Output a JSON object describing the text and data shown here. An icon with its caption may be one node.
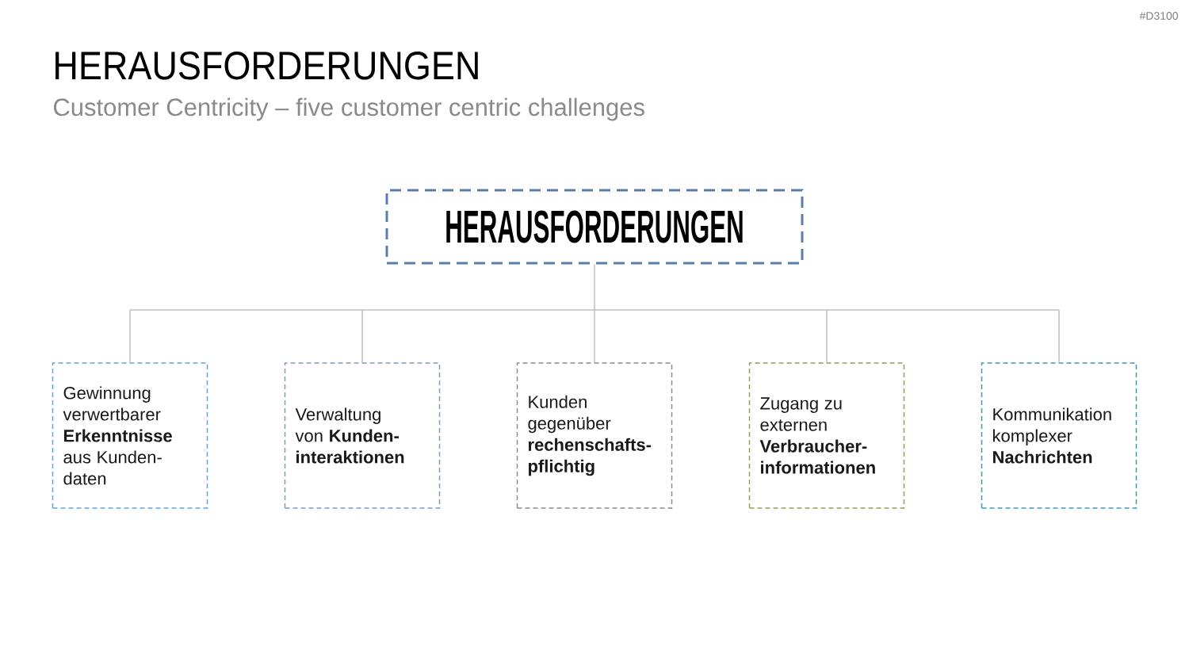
{
  "diagram": {
    "title": "HERAUSFORDERUNGEN",
    "nodes": [
      {
        "text": [
          "HERAUSFORDERUNGEN"
        ]
      },
      {
        "text": [
          "Gewinnung verwertbarer **Erkenntnisse** aus Kunden- daten"
        ]
      },
      {
        "text": [
          "Verwaltung von **Kunden- interaktionen**"
        ]
      },
      {
        "text": [
          "Kunden gegenüber **rechenschafts- pflichtig**"
        ]
      },
      {
        "text": [
          "Zugang zu externen **Verbraucher- informationen**"
        ]
      },
      {
        "text": [
          "Kommunikation komplexer **Nachrichten**"
        ]
      }
    ],
    "edges": [
      {
        "from": 0,
        "to": 1,
        "arrow": "none"
      },
      {
        "from": 0,
        "to": 2,
        "arrow": "none"
      },
      {
        "from": 0,
        "to": 3,
        "arrow": "none"
      },
      {
        "from": 0,
        "to": 4,
        "arrow": "none"
      },
      {
        "from": 0,
        "to": 5,
        "arrow": "none"
      }
    ],
    "labels": [
      "#D3100",
      "Customer Centricity – five customer centric challenges"
    ]
  }
}
